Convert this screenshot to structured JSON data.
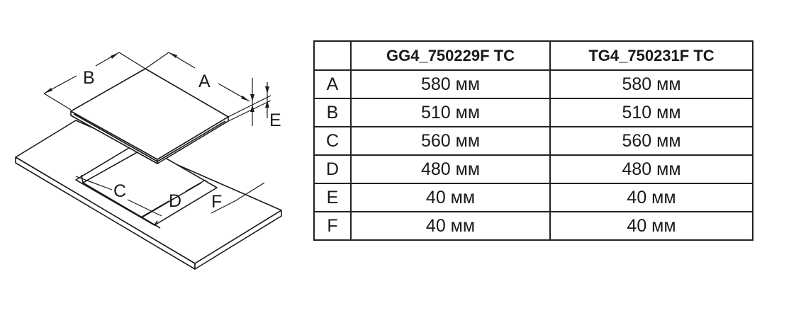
{
  "diagram": {
    "labels": {
      "A": "A",
      "B": "B",
      "C": "C",
      "D": "D",
      "E": "E",
      "F": "F"
    }
  },
  "table": {
    "headers": [
      "",
      "GG4_750229F TC",
      "TG4_750231F TC"
    ],
    "rows": [
      {
        "label": "A",
        "values": [
          "580 мм",
          "580 мм"
        ]
      },
      {
        "label": "B",
        "values": [
          "510 мм",
          "510 мм"
        ]
      },
      {
        "label": "C",
        "values": [
          "560 мм",
          "560 мм"
        ]
      },
      {
        "label": "D",
        "values": [
          "480 мм",
          "480 мм"
        ]
      },
      {
        "label": "E",
        "values": [
          "40 мм",
          "40 мм"
        ]
      },
      {
        "label": "F",
        "values": [
          "40 мм",
          "40 мм"
        ]
      }
    ]
  }
}
